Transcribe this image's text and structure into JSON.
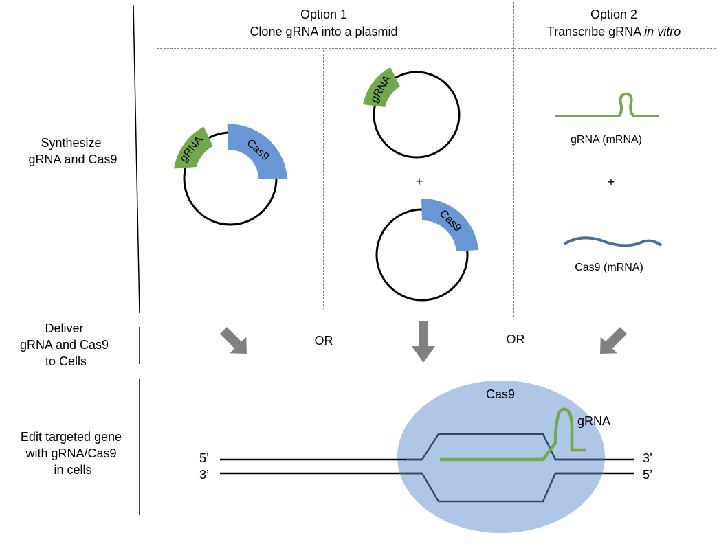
{
  "header": {
    "option1_line1": "Option 1",
    "option1_line2": "Clone gRNA into a plasmid",
    "option2_line1": "Option 2",
    "option2_line2_prefix": "Transcribe gRNA ",
    "option2_line2_italic": "in vitro"
  },
  "rows": {
    "synthesize": [
      "Synthesize",
      "gRNA and Cas9"
    ],
    "deliver": [
      "Deliver",
      "gRNA and Cas9",
      "to Cells"
    ],
    "edit": [
      "Edit targeted gene",
      "with gRNA/Cas9",
      "in cells"
    ]
  },
  "plasmids": {
    "grna_label": "gRNA",
    "cas9_label": "Cas9",
    "plus": "+"
  },
  "mrna": {
    "grna_label": "gRNA (mRNA)",
    "cas9_label": "Cas9  (mRNA)",
    "plus": "+"
  },
  "separators": {
    "or_left": "OR",
    "or_right": "OR"
  },
  "complex": {
    "protein_label": "Cas9",
    "grna_label": "gRNA",
    "top_left_end": "5’",
    "top_right_end": "3’",
    "bottom_left_end": "3’",
    "bottom_right_end": "5’"
  },
  "colors": {
    "grna_green": "#72a84e",
    "cas9_blue": "#6997d5",
    "cas9_mrna_blue": "#4a6f9a",
    "cas9_ellipse_fill": "#b0c6e6",
    "dna_dark": "#2f4a66",
    "arrow_gray": "#808080"
  }
}
